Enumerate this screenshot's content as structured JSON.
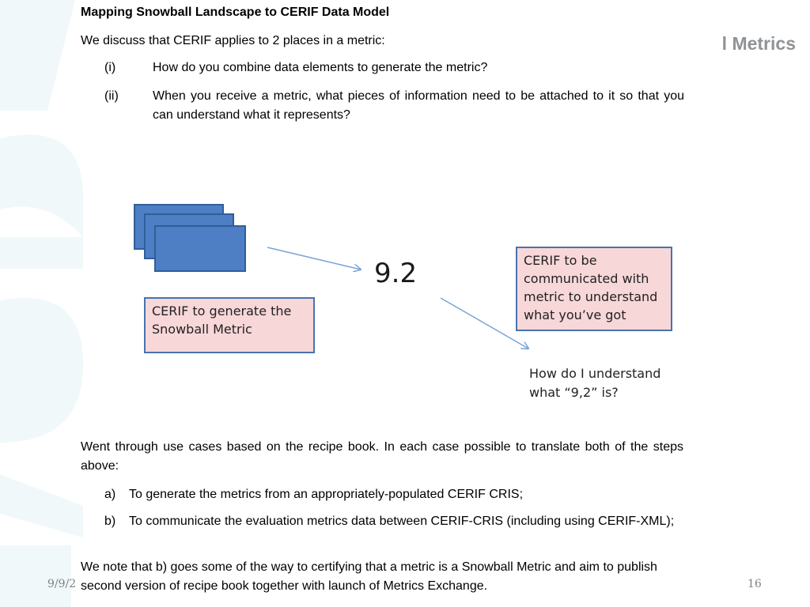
{
  "header": {
    "section_tag": "l Metrics"
  },
  "slide": {
    "title": "Mapping Snowball Landscape to CERIF Data Model",
    "intro": "We discuss that CERIF applies to 2 places in a metric:",
    "questions": [
      {
        "marker": "(i)",
        "text": "How do you combine data elements to generate the metric?"
      },
      {
        "marker": "(ii)",
        "text": "When you receive a metric, what pieces of information need to be attached to it so that you can understand what it represents?"
      }
    ],
    "diagram": {
      "metric_value": "9.2",
      "box_generate": "CERIF to generate the Snowball Metric",
      "box_communicate": "CERIF to be communicated with metric to understand what you’ve got",
      "question": "How do I understand what “9,2” is?"
    },
    "paragraph2": "Went through use cases based on the recipe book.  In each case possible to translate both of the steps above:",
    "steps": [
      {
        "marker": "a)",
        "text": "To generate the metrics from an appropriately-populated CERIF CRIS;"
      },
      {
        "marker": "b)",
        "text": "To communicate the evaluation metrics data between CERIF-CRIS (including using CERIF-XML);"
      }
    ],
    "paragraph3": "We note that b) goes some of the way to certifying that a metric is a Snowball Metric and aim to publish second version of recipe book together with launch of Metrics Exchange."
  },
  "footer": {
    "date": "9/9/2",
    "page_number": "16"
  },
  "colors": {
    "box_fill": "#f8d7d9",
    "box_border": "#4873ad",
    "stack_fill": "#4e7fc5",
    "arrow": "#7aa6d6",
    "header_tag": "#8f9396"
  }
}
